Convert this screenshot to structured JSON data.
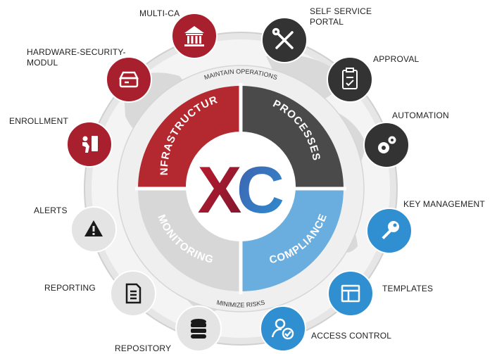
{
  "center": {
    "logo_left": "X",
    "logo_right": "C",
    "colors": {
      "x_grad_start": "#c01a2d",
      "x_grad_end": "#7a1830",
      "c_grad_start": "#3f5fae",
      "c_grad_end": "#2f8fd0"
    }
  },
  "ring": {
    "segments": [
      {
        "label": "INFRASTRUCTURE",
        "color": "#b3292f"
      },
      {
        "label": "PROCESSES",
        "color": "#4a4a4a"
      },
      {
        "label": "COMPLIANCE",
        "color": "#69aedf"
      },
      {
        "label": "MONITORING",
        "color": "#d7d7d7"
      }
    ],
    "outer_top": "MAINTAIN OPERATIONS",
    "outer_bottom": "MINIMIZE RISKS"
  },
  "features": [
    {
      "label": "MULTI-CA",
      "icon": "bank-icon",
      "color": "#a8202d"
    },
    {
      "label": "SELF SERVICE\nPORTAL",
      "icon": "tools-icon",
      "color": "#333333"
    },
    {
      "label": "APPROVAL",
      "icon": "clipboard-icon",
      "color": "#333333"
    },
    {
      "label": "AUTOMATION",
      "icon": "gears-icon",
      "color": "#333333"
    },
    {
      "label": "KEY MANAGEMENT",
      "icon": "key-icon",
      "color": "#2f8fd0"
    },
    {
      "label": "TEMPLATES",
      "icon": "template-icon",
      "color": "#2f8fd0"
    },
    {
      "label": "ACCESS CONTROL",
      "icon": "user-check-icon",
      "color": "#2f8fd0"
    },
    {
      "label": "REPOSITORY",
      "icon": "database-icon",
      "color": "#e4e4e4"
    },
    {
      "label": "REPORTING",
      "icon": "document-icon",
      "color": "#e4e4e4"
    },
    {
      "label": "ALERTS",
      "icon": "warning-icon",
      "color": "#e4e4e4"
    },
    {
      "label": "ENROLLMENT",
      "icon": "enrollment-icon",
      "color": "#a8202d"
    },
    {
      "label": "HARDWARE-SECURITY-\nMODUL",
      "icon": "hardware-module-icon",
      "color": "#a8202d"
    }
  ]
}
